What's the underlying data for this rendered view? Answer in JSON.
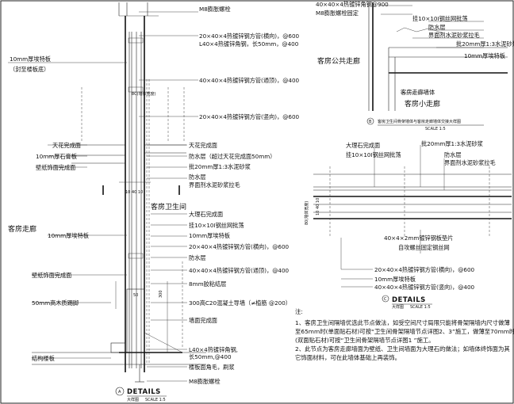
{
  "main": {
    "labels_right": [
      "M8膨胀螺栓",
      "20×40×4热镀锌钢方管(横向)，@600",
      "L40×4热镀锌角钢，长50mm，@400",
      "40×40×4热镀锌钢方管(通顶)，@400",
      "20×40×4热镀锌钢方管(竖向)，@600",
      "天花完成面",
      "防水层（超过天花完成面50mm）",
      "批20mm厚1:3水泥砂浆",
      "防水层",
      "界面剂水泥砂浆拉毛",
      "大理石完成面",
      "挂10×10Ⅰ钢丝网批荡",
      "10mm厚埃特板",
      "20×40×4热镀锌钢方管(横向)，@600",
      "防水层",
      "40×40×4热镀锌钢方管(通顶)，@400",
      "8mm胶粘结层",
      "300高C20混凝土导墙（≠植筋 @200）",
      "墙面完成面",
      "L40×4热镀锌角钢,",
      "长50mm,@400",
      "楼板面角毛，刷浆",
      "M8膨胀螺栓"
    ],
    "labels_left": [
      "10mm厚埃特板",
      "（封至楼板底）",
      "天花完成面",
      "10mm厚石膏板",
      "壁纸饰面完成面",
      "10mm厚埃特板",
      "壁纸饰面完成面",
      "50mm高木质踢脚",
      "结构楼板"
    ],
    "room_left": "客房走廊",
    "room_right": "客房卫生间",
    "dim_vertical": "8C(墙体宽度)",
    "dim_small": "10 40 10",
    "dim_50": "50",
    "dim_300": "300",
    "title_letter": "A",
    "title": "DETAILS",
    "subtitle": "大样图",
    "scale": "SCALE 1:5"
  },
  "detail_top": {
    "labels": [
      "40×40×4热镀锌角钢@900",
      "M8膨胀螺栓固定",
      "挂10×10Ⅰ钢丝网批荡",
      "防水层",
      "界面剂水泥砂浆拉毛",
      "批20mm厚1:3水泥砂浆",
      "10mm厚埃特板",
      "客房走廊墙体"
    ],
    "room_top": "客房公共走廊",
    "room_bottom": "客房小走廊",
    "caption_letter": "B",
    "caption": "客房卫生间骨架墙体与客房走廊墙体交接大样图",
    "scale": "SCALE 1:5"
  },
  "detail_mid": {
    "labels": [
      "大理石完成面",
      "挂10×10Ⅰ钢丝网批荡",
      "批20mm厚1:3水泥砂浆",
      "防水层",
      "界面剂水泥砂浆拉毛",
      "40×4×2mm镀锌钢板垫片",
      "自攻螺丝固定钢丝网",
      "20×40×4热镀锌钢方管(横向)，@600",
      "10mm厚埃特板",
      "40×40×4热镀锌钢方管(竖向)，@400"
    ],
    "dim_vertical": "80(墙体宽度)",
    "dim_small": "10 40 10",
    "title_letter": "C",
    "title": "DETAILS",
    "subtitle": "大样图",
    "scale": "SCALE 1:5"
  },
  "notes": {
    "heading": "注:",
    "lines": [
      "1、客房卫生间隔墙优选此节点做法，如受空间尺寸局限只能将骨架隔墙内尺寸做薄",
      "至65mm时(单面贴石材)可按“卫生间骨架隔墙节点详图2、3”施工，做薄至70mm时",
      "(双面贴石材)可按“卫生间骨架隔墙节点详图1 ”施工。",
      "2、此节点为客房走廊墙面为壁纸、卫生间墙面为大理石的做法；如墙体终饰面为其",
      "它饰面材料，可在此墙体基础上再装饰。"
    ]
  }
}
